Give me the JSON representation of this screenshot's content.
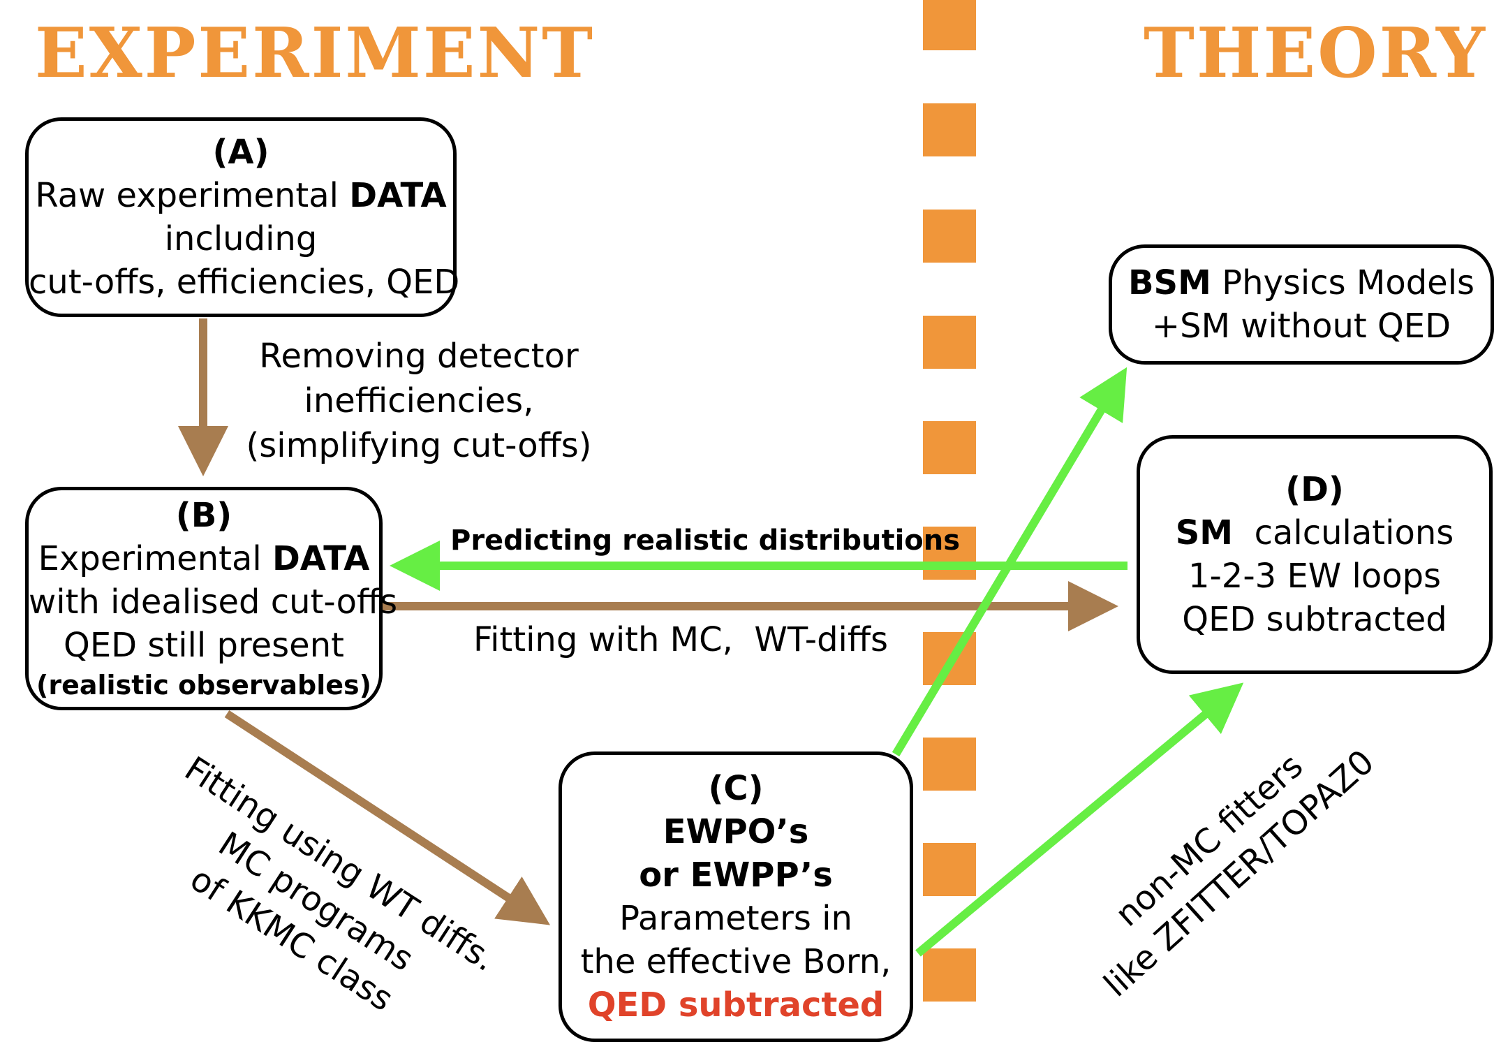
{
  "headers": {
    "experiment": "EXPERIMENT",
    "theory": "THEORY",
    "color": "#f0963a"
  },
  "colors": {
    "brown_arrow": "#a87d50",
    "green_arrow": "#66ee44",
    "divider": "#f0963a",
    "qed_red": "#e0432a"
  },
  "box_a": {
    "id": "(A)",
    "line1_pre": "Raw experimental ",
    "line1_bold": "DATA",
    "line2": "including",
    "line3": "cut-offs, efficiencies, QED"
  },
  "box_b": {
    "id": "(B)",
    "line1_pre": "Experimental ",
    "line1_bold": "DATA",
    "line2": "with idealised cut-offs",
    "line3": "QED still present",
    "line4": "(realistic observables)"
  },
  "box_c": {
    "id": "(C)",
    "line1": "EWPO’s",
    "line2": "or EWPP’s",
    "line3": "Parameters in",
    "line4": "the effective Born,",
    "line5": "QED subtracted"
  },
  "box_d": {
    "id": "(D)",
    "line1_bold": "SM",
    "line1_rest": "  calculations",
    "line2": "1-2-3 EW loops",
    "line3": "QED subtracted"
  },
  "box_bsm": {
    "line1_bold": "BSM",
    "line1_rest": " Physics Models",
    "line2": "+SM without QED"
  },
  "labels": {
    "removing": [
      "Removing detector",
      "inefficiencies,",
      "(simplifying cut-offs)"
    ],
    "predicting": "Predicting realistic distributions",
    "fitting_mc": "Fitting with MC,  WT-diffs",
    "fitting_wt": [
      "Fitting using WT diffs.",
      "MC programs",
      "of KKMC class"
    ],
    "non_mc": [
      "non-MC fitters",
      "like ZFITTER/TOPAZ0"
    ]
  }
}
